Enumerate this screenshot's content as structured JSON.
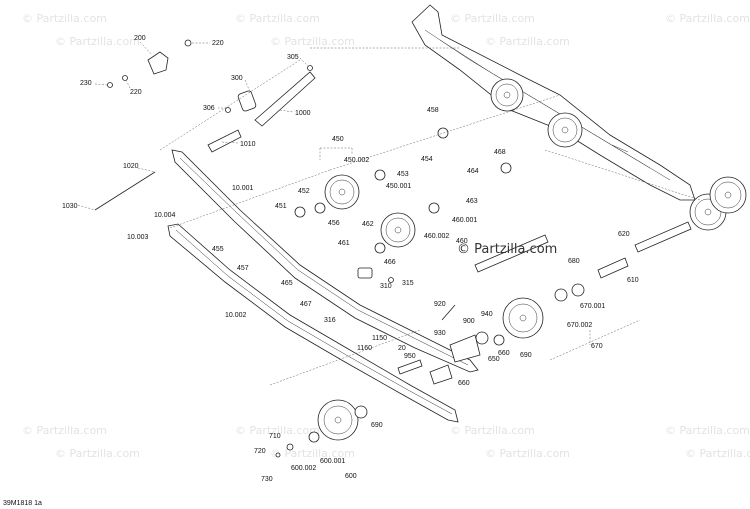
{
  "watermark": "© Partzilla.com",
  "brand_watermark": "© Partzilla.com",
  "diagram_code": "39M1818 1a",
  "labels": {
    "p200": "200",
    "p220a": "220",
    "p230": "230",
    "p220b": "220",
    "p305": "305",
    "p300": "300",
    "p306": "306",
    "p1000": "1000",
    "p1010": "1010",
    "p458": "458",
    "p450": "450",
    "p450_002": "450.002",
    "p453": "453",
    "p454": "454",
    "p450_001": "450.001",
    "p468": "468",
    "p464": "464",
    "p1020": "1020",
    "p10_001": "10.001",
    "p452": "452",
    "p451": "451",
    "p456": "456",
    "p463": "463",
    "p460_001": "460.001",
    "p1030": "1030",
    "p10_004": "10.004",
    "p462": "462",
    "p460_002": "460.002",
    "p460": "460",
    "p10_003": "10.003",
    "p461": "461",
    "p455": "455",
    "p457": "457",
    "p466": "466",
    "p620": "620",
    "p310": "310",
    "p315": "315",
    "p680": "680",
    "p610": "610",
    "p465": "465",
    "p467": "467",
    "p920": "920",
    "p670_001": "670.001",
    "p10_002": "10.002",
    "p316": "316",
    "p900": "900",
    "p940": "940",
    "p670_002": "670.002",
    "p930": "930",
    "p1150": "1150",
    "p1160": "1160",
    "p20": "20",
    "p660a": "660",
    "p650": "650",
    "p690a": "690",
    "p670": "670",
    "p950": "950",
    "p660b": "660",
    "p710": "710",
    "p690b": "690",
    "p720": "720",
    "p600_001": "600.001",
    "p600_002": "600.002",
    "p600": "600",
    "p730": "730"
  }
}
